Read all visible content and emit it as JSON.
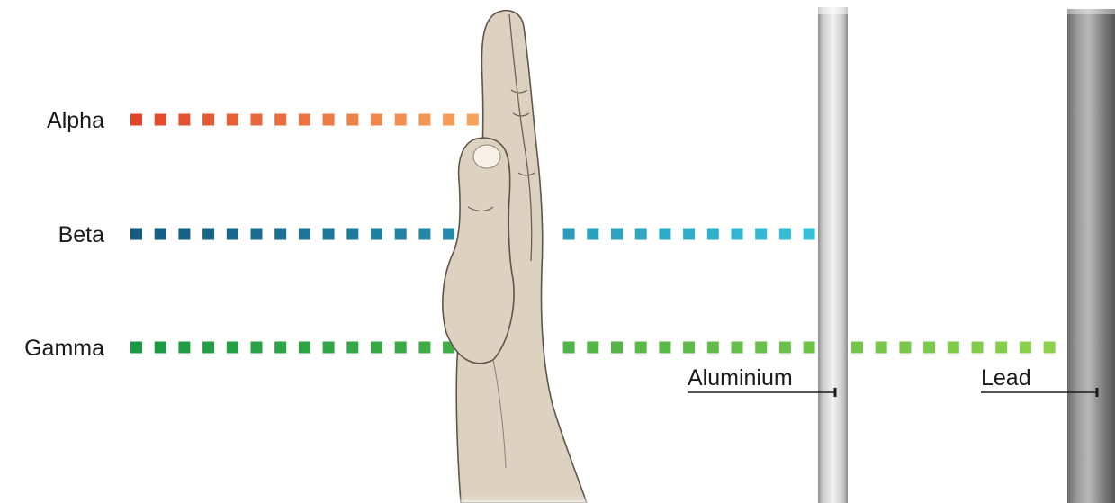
{
  "rays": [
    {
      "id": "alpha",
      "label": "Alpha",
      "color_start": "#e0452a",
      "color_end": "#f6a25a",
      "stops_at": "hand"
    },
    {
      "id": "beta",
      "label": "Beta",
      "color_start": "#155a80",
      "color_end": "#35c0d8",
      "stops_at": "aluminium"
    },
    {
      "id": "gamma",
      "label": "Gamma",
      "color_start": "#1a9a44",
      "color_end": "#8cd04c",
      "stops_at": "lead"
    }
  ],
  "materials": {
    "aluminium": {
      "label": "Aluminium"
    },
    "lead": {
      "label": "Lead"
    }
  },
  "colors": {
    "skin": "#ddd2bf",
    "skin_outline": "#5e564c",
    "aluminium_sheet": "#d8d8d8",
    "lead_sheet": "#7d7d7d"
  }
}
